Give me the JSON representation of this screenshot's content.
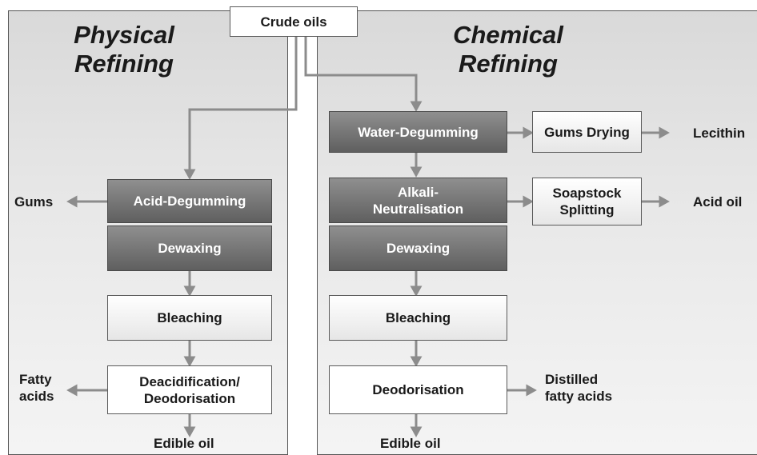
{
  "diagram": {
    "source": "Crude oils",
    "physical": {
      "title_line1": "Physical",
      "title_line2": "Refining",
      "steps": [
        "Acid-Degumming",
        "Dewaxing",
        "Bleaching",
        "Deacidification/\nDeodorisation"
      ],
      "outputs": {
        "gums": "Gums",
        "fatty_acids": "Fatty\nacids",
        "edible_oil": "Edible oil"
      }
    },
    "chemical": {
      "title_line1": "Chemical",
      "title_line2": "Refining",
      "steps": [
        "Water-Degumming",
        "Alkali-\nNeutralisation",
        "Dewaxing",
        "Bleaching",
        "Deodorisation"
      ],
      "side_steps": [
        "Gums Drying",
        "Soapstock\nSplitting"
      ],
      "outputs": {
        "lecithin": "Lecithin",
        "acid_oil": "Acid oil",
        "distilled_fatty_acids": "Distilled\nfatty acids",
        "edible_oil": "Edible oil"
      }
    },
    "colors": {
      "arrow": "#8c8c8c",
      "dark_box": "#6f6f6f",
      "light_box": "#f2f2f2",
      "panel": "#e0e0e0",
      "border": "#555555"
    }
  }
}
